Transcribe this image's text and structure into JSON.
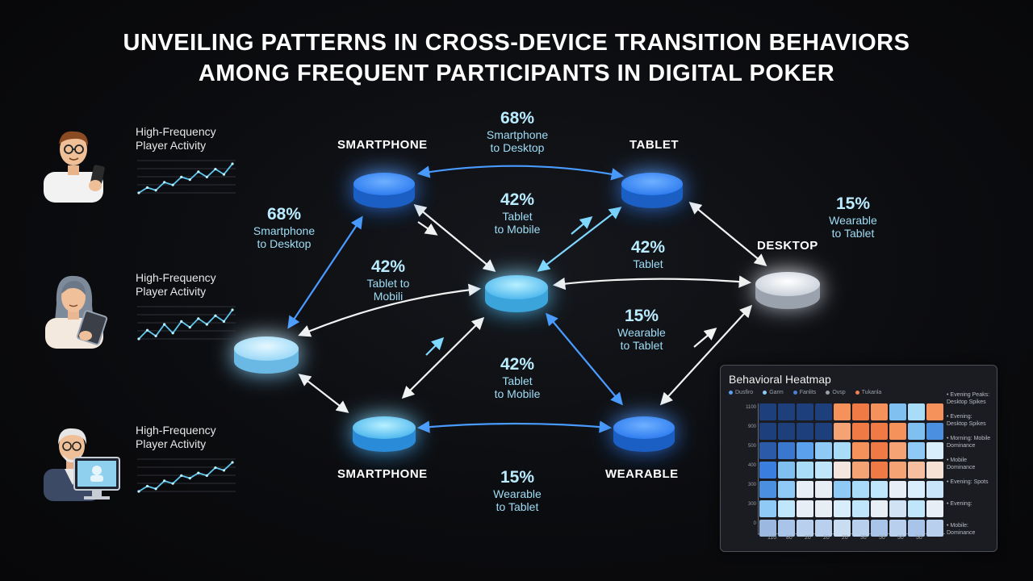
{
  "title": {
    "line1": "UNVEILING PATTERNS IN CROSS-DEVICE TRANSITION BEHAVIORS",
    "line2": "AMONG FREQUENT PARTICIPANTS IN DIGITAL POKER"
  },
  "personas": [
    {
      "caption_line1": "High-Frequency",
      "caption_line2": "Player Activity",
      "avatar": "young-man-phone-icon",
      "spark_values": [
        3,
        5,
        4,
        7,
        6,
        9,
        8,
        11,
        9,
        12,
        10,
        14
      ]
    },
    {
      "caption_line1": "High-Frequency",
      "caption_line2": "Player Activity",
      "avatar": "woman-tablet-icon",
      "spark_values": [
        3,
        6,
        4,
        8,
        5,
        9,
        7,
        10,
        8,
        11,
        9,
        13
      ]
    },
    {
      "caption_line1": "High-Frequency",
      "caption_line2": "Player Activity",
      "avatar": "older-man-desktop-icon",
      "spark_values": [
        2,
        4,
        3,
        6,
        5,
        8,
        7,
        9,
        8,
        11,
        10,
        13
      ]
    }
  ],
  "devices": {
    "smartphone_top": "SMARTPHONE",
    "tablet": "TABLET",
    "desktop": "DESKTOP",
    "smartphone_bottom": "SMARTPHONE",
    "wearable": "WEARABLE"
  },
  "stats": [
    {
      "pct": "68%",
      "line1": "Smartphone",
      "line2": "to Desktop"
    },
    {
      "pct": "68%",
      "line1": "Smartphone",
      "line2": "to Desktop"
    },
    {
      "pct": "42%",
      "line1": "Tablet",
      "line2": "to Mobile"
    },
    {
      "pct": "42%",
      "line1": "Tablet to",
      "line2": "Mobili"
    },
    {
      "pct": "42%",
      "line1": "Tablet",
      "line2": ""
    },
    {
      "pct": "15%",
      "line1": "Wearable",
      "line2": "to Tablet"
    },
    {
      "pct": "15%",
      "line1": "Wearable",
      "line2": "to Tablet"
    },
    {
      "pct": "42%",
      "line1": "Tablet",
      "line2": "to Mobile"
    },
    {
      "pct": "15%",
      "line1": "Wearable",
      "line2": "to Tablet"
    }
  ],
  "colors": {
    "blue_node": "#3b8cff",
    "light_node": "#bfe9ff",
    "desktop_node": "#e8ecf2",
    "arrow_white": "#f2f2f2",
    "arrow_blue": "#4a9bff",
    "arrow_cyan": "#7fd8ff"
  },
  "heatmap": {
    "title": "Behavioral Heatmap",
    "legend": [
      "Dusfiro",
      "Garm",
      "Fanlits",
      "Ovsp",
      "Tukanla"
    ],
    "legend_colors": [
      "#5aa0f0",
      "#8fc9f5",
      "#4b7fd6",
      "#9aa0a8",
      "#f08050"
    ],
    "y_labels": [
      "1100",
      "900",
      "500",
      "400",
      "300",
      "300",
      "0"
    ],
    "x_labels": [
      "110",
      "80",
      "20",
      "20",
      "20",
      "30",
      "50",
      "50",
      "50"
    ],
    "notes": [
      "Evening Peaks: Desktop Spikes",
      "Evening: Desktop Spikes",
      "Morning: Mobile Dominance",
      "Mobile Dominance",
      "Evening: Spots",
      "Evening:",
      "Mobile: Dominance"
    ],
    "rows": [
      [
        "#1d3f7c",
        "#1d3f7c",
        "#1d3f7c",
        "#1d3f7c",
        "#f5915a",
        "#f07a45",
        "#f5915a",
        "#7fc0f0",
        "#a8dcf8",
        "#f5915a"
      ],
      [
        "#1d3f7c",
        "#1d3f7c",
        "#1d3f7c",
        "#1d3f7c",
        "#f5a274",
        "#f07a45",
        "#f07a45",
        "#f5915a",
        "#7fc0f0",
        "#4b8fe0"
      ],
      [
        "#2a5aa8",
        "#3a78d0",
        "#5aa0ec",
        "#8fc9f5",
        "#a8dcf8",
        "#f5915a",
        "#f07a45",
        "#f5a274",
        "#8fc9f5",
        "#d9eefc"
      ],
      [
        "#3a7ee0",
        "#7fc0f0",
        "#a8dcf8",
        "#bfe6fb",
        "#f4e6de",
        "#f5a274",
        "#f07a45",
        "#f5a274",
        "#f5bfa0",
        "#f7e0d4"
      ],
      [
        "#4b8fe0",
        "#8fc9f5",
        "#e8eef5",
        "#e8eef5",
        "#8fc9f5",
        "#a8dcf8",
        "#bfe6fb",
        "#e8eef5",
        "#d9eefc",
        "#c8e4f8"
      ],
      [
        "#8fc9f5",
        "#bfe6fb",
        "#e8eef5",
        "#e8eef5",
        "#d9eefc",
        "#bfe6fb",
        "#e8eef5",
        "#d0e2f3",
        "#bfe6fb",
        "#e8eef5"
      ],
      [
        "#9ab8e0",
        "#a8c4e8",
        "#b8d0ee",
        "#b8d0ee",
        "#c8dcf2",
        "#b8d0ee",
        "#a8c4e8",
        "#b8d0ee",
        "#a8c4e8",
        "#b8d0ee"
      ]
    ]
  }
}
